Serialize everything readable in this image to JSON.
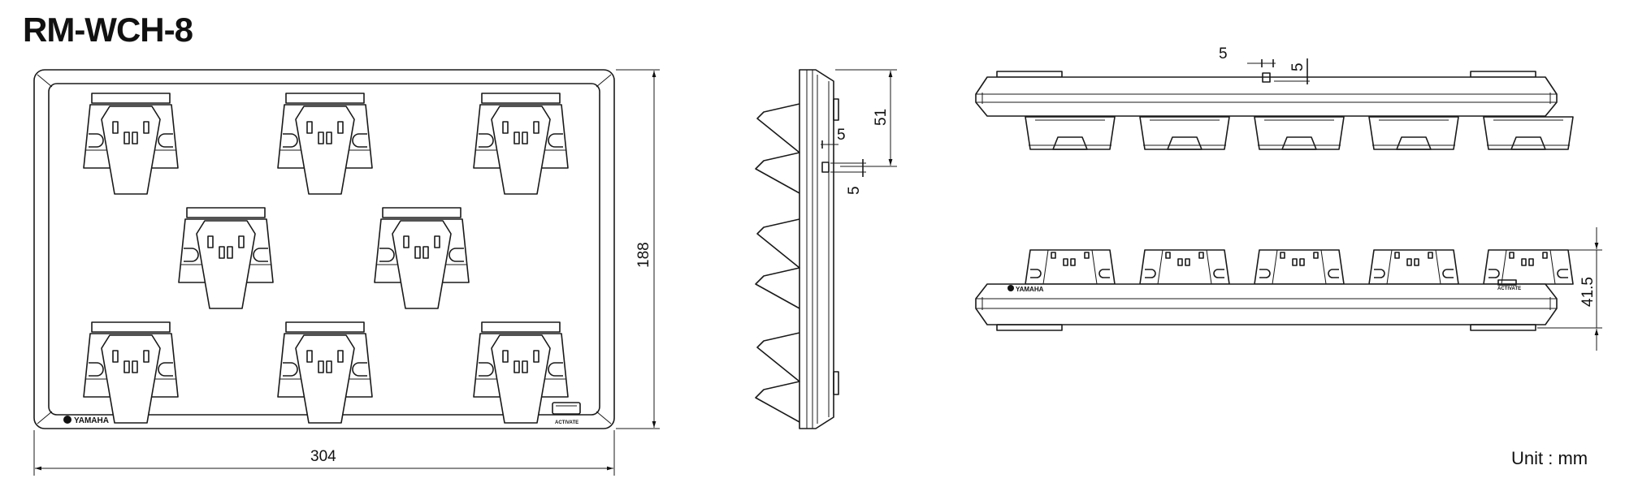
{
  "title": "RM-WCH-8",
  "dimensions": {
    "width": "304",
    "depth": "188",
    "side_height": "51",
    "side_offset_h": "5",
    "side_offset_v": "5",
    "top_offset_h": "5",
    "top_offset_v": "5",
    "rear_height": "41.5"
  },
  "brand_logo": "YAMAHA",
  "activate_label": "ACTIVATE",
  "unit_label": "Unit : mm"
}
